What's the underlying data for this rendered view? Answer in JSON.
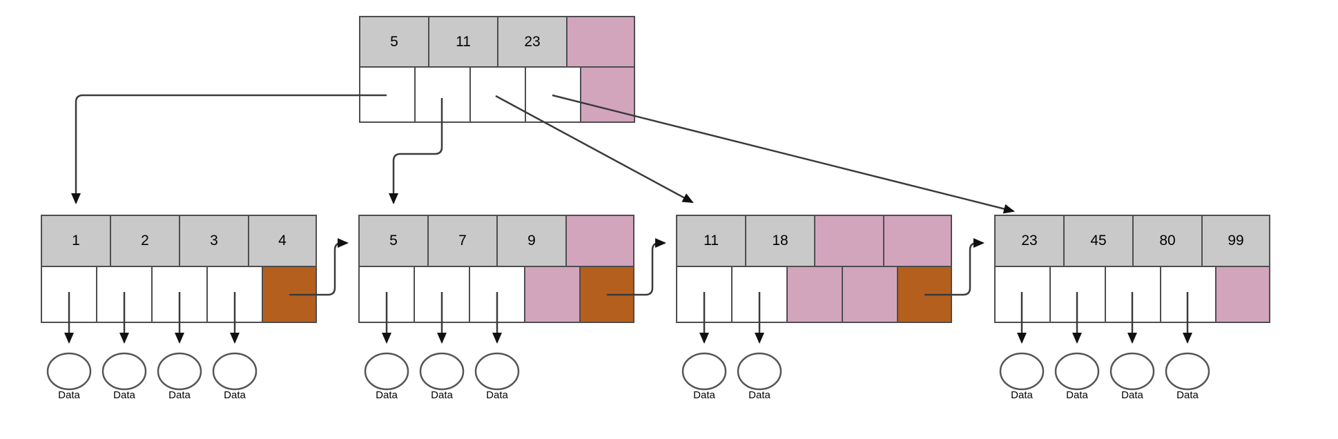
{
  "diagram_type": "b-plus-tree",
  "data_label": "Data",
  "colors": {
    "key_cell_fill": "#c9c9c9",
    "empty_cell_fill": "#d2a5bd",
    "next_pointer_cell_fill": "#b45f1e",
    "record_pointer_cell_fill": "#ffffff",
    "cell_border": "#4d4d4d",
    "connector_line": "#3a3a3a"
  },
  "root": {
    "keys": [
      "5",
      "11",
      "23"
    ]
  },
  "leaves": [
    {
      "keys": [
        "1",
        "2",
        "3",
        "4"
      ],
      "data_count": 4
    },
    {
      "keys": [
        "5",
        "7",
        "9"
      ],
      "data_count": 3
    },
    {
      "keys": [
        "11",
        "18"
      ],
      "data_count": 2
    },
    {
      "keys": [
        "23",
        "45",
        "80",
        "99"
      ],
      "data_count": 4
    }
  ]
}
